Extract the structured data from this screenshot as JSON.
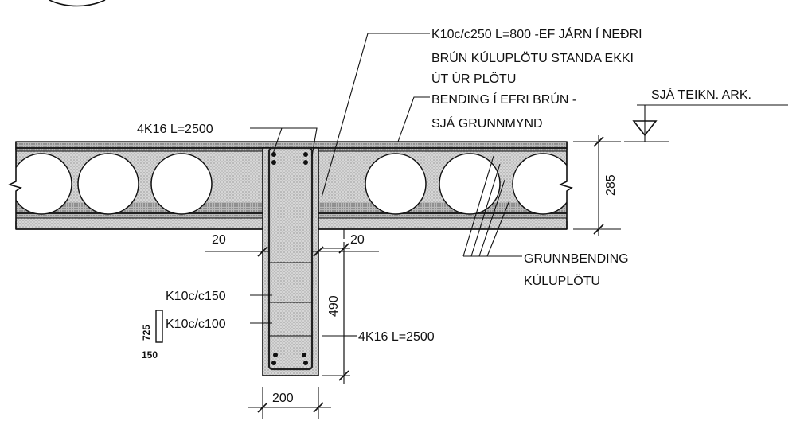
{
  "labels": {
    "k10_c250_line1": "K10c/c250 L=800 -EF JÁRN Í NEÐRI",
    "k10_c250_line2": "BRÚN KÚLUPLÖTU STANDA EKKI",
    "k10_c250_line3": "ÚT ÚR PLÖTU",
    "bending_line1": "BENDING Í EFRI BRÚN -",
    "bending_line2": "SJÁ GRUNNMYND",
    "teikn": "SJÁ TEIKN. ARK.",
    "top_bars": "4K16 L=2500",
    "grunn_line1": "GRUNNBENDING",
    "grunn_line2": "KÚLUPLÖTU",
    "stirrup_150": "K10c/c150",
    "stirrup_100": "K10c/c100",
    "bottom_bars": "4K16 L=2500",
    "stirrup_size_h": "725",
    "stirrup_size_w": "150"
  },
  "dimensions": {
    "slab_thickness": "285",
    "beam_depth": "490",
    "beam_width": "200",
    "left_gap": "20",
    "right_gap": "20"
  }
}
